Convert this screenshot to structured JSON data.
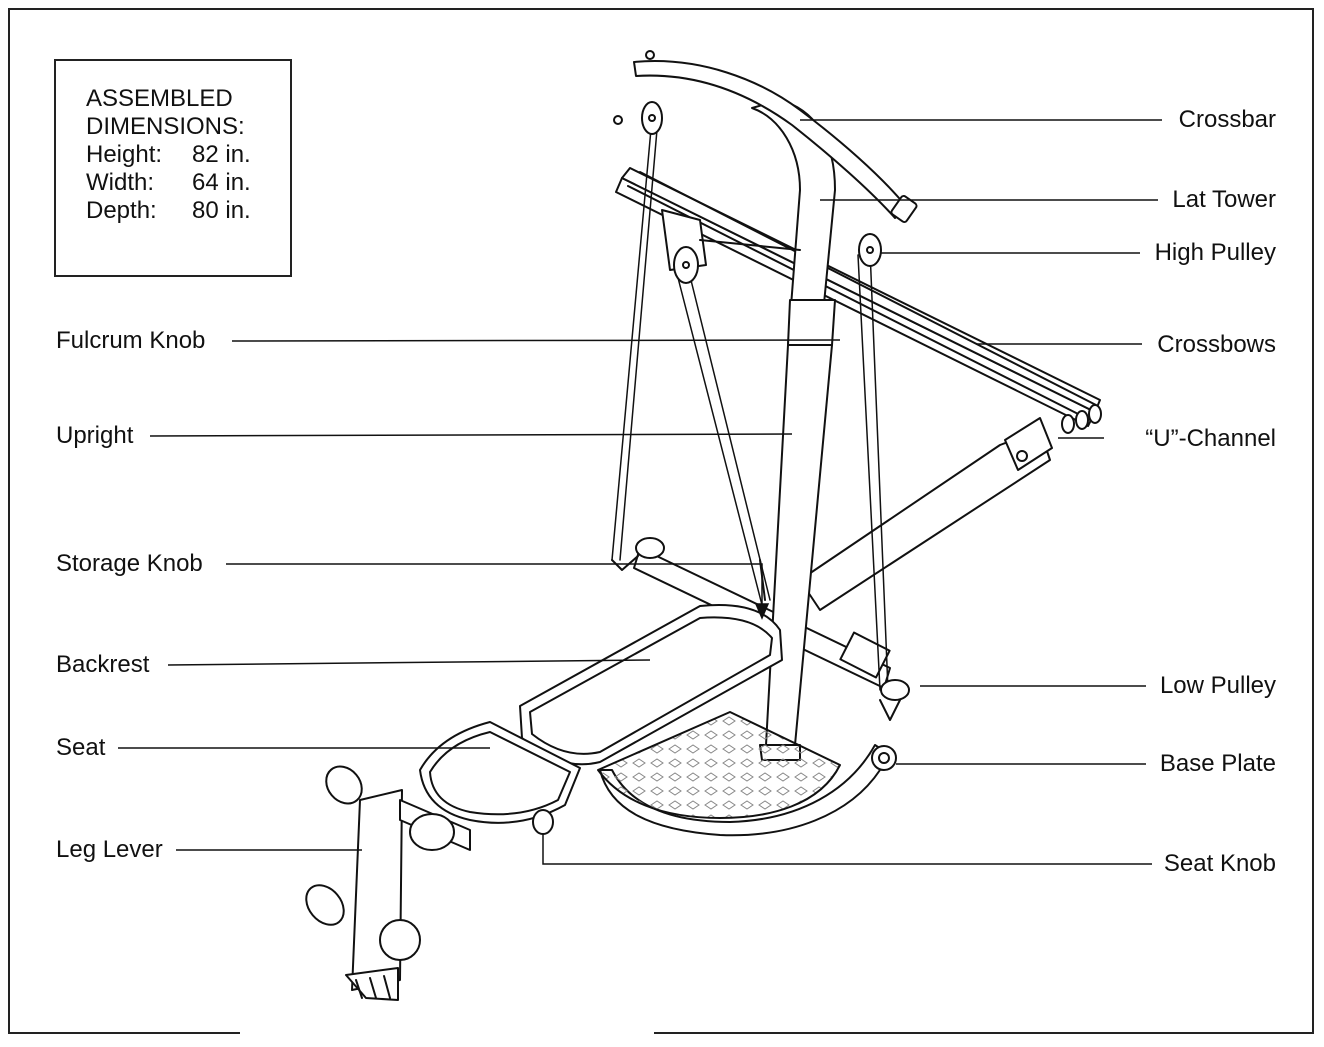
{
  "dimensions": {
    "heading_line1": "ASSEMBLED",
    "heading_line2": "DIMENSIONS:",
    "rows": [
      {
        "key": "Height:",
        "value": "82 in."
      },
      {
        "key": "Width:",
        "value": "64 in."
      },
      {
        "key": "Depth:",
        "value": "80 in."
      }
    ]
  },
  "labels_left": [
    "Fulcrum Knob",
    "Upright",
    "Storage Knob",
    "Backrest",
    "Seat",
    "Leg Lever"
  ],
  "labels_right": [
    "Crossbar",
    "Lat Tower",
    "High Pulley",
    "Crossbows",
    "“U”-Channel",
    "Low Pulley",
    "Base Plate",
    "Seat Knob"
  ],
  "colors": {
    "line": "#111111",
    "panel": "#ffffff",
    "mesh": "#888888"
  }
}
